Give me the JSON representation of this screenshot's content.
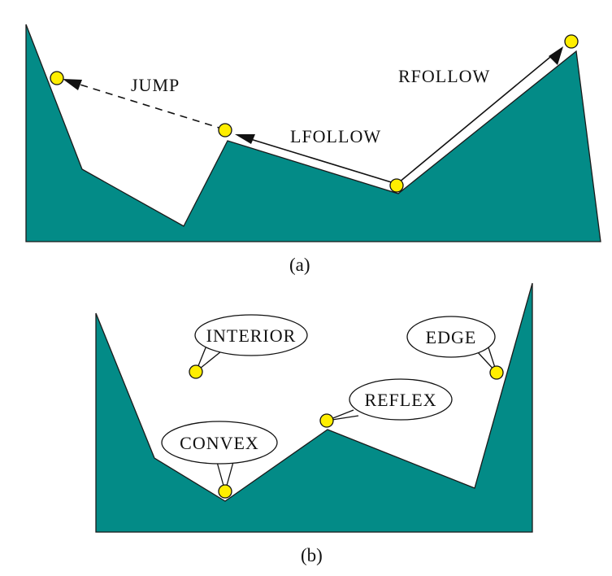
{
  "panel_a": {
    "labels": {
      "jump": "JUMP",
      "lfollow": "LFOLLOW",
      "rfollow": "RFOLLOW"
    },
    "caption": "(a)"
  },
  "panel_b": {
    "labels": {
      "interior": "INTERIOR",
      "edge": "EDGE",
      "reflex": "REFLEX",
      "convex": "CONVEX"
    },
    "caption": "(b)"
  },
  "colors": {
    "terrain_fill": "#038b87",
    "vertex_fill": "#ffee00",
    "outline": "#111111"
  }
}
